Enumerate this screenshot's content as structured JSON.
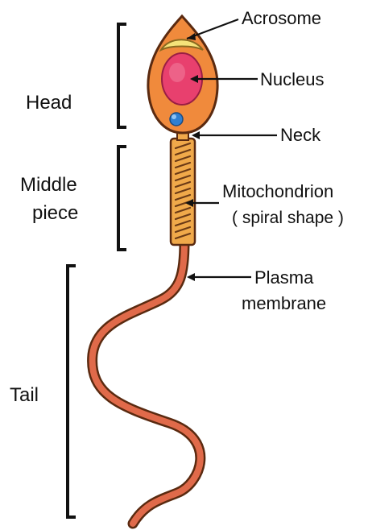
{
  "sections": {
    "head": "Head",
    "middle_line1": "Middle",
    "middle_line2": "piece",
    "tail": "Tail"
  },
  "labels": {
    "acrosome": "Acrosome",
    "nucleus": "Nucleus",
    "neck": "Neck",
    "mitochondrion": "Mitochondrion",
    "mitochondrion_note": "( spiral shape )",
    "plasma_line1": "Plasma",
    "plasma_line2": "membrane"
  },
  "colors": {
    "head_fill": "#f08a3c",
    "outline": "#5a2a10",
    "nucleus": "#e8406e",
    "acrosome": "#f5e27a",
    "centriole": "#2f7fd1",
    "middle_piece": "#f0a94a",
    "spiral": "#6b3a16",
    "tail": "#e06a4a"
  }
}
